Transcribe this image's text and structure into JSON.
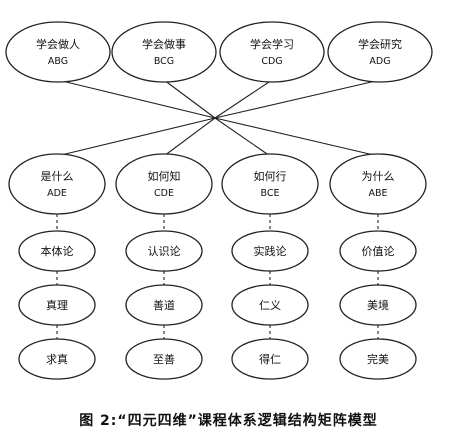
{
  "top_nodes": [
    {
      "label": "学会做人",
      "code": "ABG"
    },
    {
      "label": "学会做事",
      "code": "BCG"
    },
    {
      "label": "学会学习",
      "code": "CDG"
    },
    {
      "label": "学会研究",
      "code": "ADG"
    }
  ],
  "mid_nodes": [
    {
      "label": "是什么",
      "code": "ADE"
    },
    {
      "label": "如何知",
      "code": "CDE"
    },
    {
      "label": "如何行",
      "code": "BCE"
    },
    {
      "label": "为什么",
      "code": "ABE"
    }
  ],
  "columns": [
    [
      "本体论",
      "真理",
      "求真"
    ],
    [
      "认识论",
      "善道",
      "至善"
    ],
    [
      "实践论",
      "仁义",
      "得仁"
    ],
    [
      "价值论",
      "美境",
      "完美"
    ]
  ],
  "caption": "图 2:“四元四维”课程体系逻辑结构矩阵模型"
}
